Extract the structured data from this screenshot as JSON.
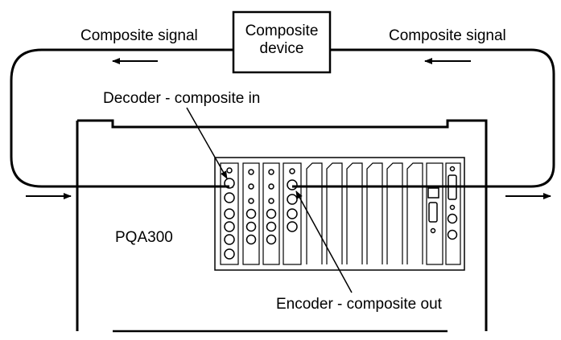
{
  "labels": {
    "signal_left": "Composite signal",
    "signal_right": "Composite signal",
    "device_line1": "Composite",
    "device_line2": "device",
    "decoder": "Decoder - composite in",
    "model": "PQA300",
    "encoder": "Encoder - composite out"
  },
  "colors": {
    "stroke": "#000000",
    "background": "#ffffff"
  }
}
